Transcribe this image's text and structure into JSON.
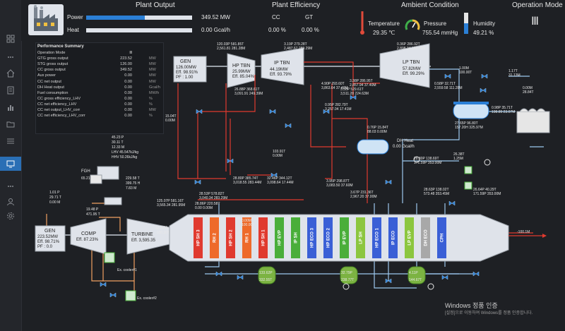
{
  "header": {
    "plant_output": {
      "title": "Plant Output",
      "power_label": "Power",
      "power_value": "349.52 MW",
      "power_fraction": 0.55,
      "heat_label": "Heat",
      "heat_value": "0.00 Gcal/h",
      "heat_fraction": 0
    },
    "plant_efficiency": {
      "title": "Plant Efficiency",
      "cc_label": "CC",
      "gt_label": "GT",
      "cc_value": "0.00 %",
      "gt_value": "0.00 %"
    },
    "ambient": {
      "title": "Ambient Condition",
      "temperature_label": "Temperature",
      "temperature_value": "29.35 ℃",
      "pressure_label": "Pressure",
      "pressure_value": "755.54 mmHg",
      "humidity_label": "Humidity",
      "humidity_value": "49.21 %"
    },
    "operation_mode": {
      "title": "Operation Mode",
      "value": "Ⅲ"
    }
  },
  "performance": {
    "title": "Performance Summary",
    "rows": [
      {
        "label": "Operation Mode",
        "value": "Ⅲ",
        "unit": ""
      },
      {
        "label": "GTG gross output",
        "value": "223.52",
        "unit": "MW"
      },
      {
        "label": "STG gross output",
        "value": "126.00",
        "unit": "MW"
      },
      {
        "label": "CC gross output",
        "value": "349.52",
        "unit": "MW"
      },
      {
        "label": "Aux power",
        "value": "0.00",
        "unit": "MW"
      },
      {
        "label": "CC net output",
        "value": "0.00",
        "unit": "MW"
      },
      {
        "label": "DH Heat output",
        "value": "0.00",
        "unit": "Gcal/h"
      },
      {
        "label": "Fuel consumption",
        "value": "0.00",
        "unit": "MW/h"
      },
      {
        "label": "CC gross efficiency_LHV",
        "value": "0.00",
        "unit": "%"
      },
      {
        "label": "CC net efficiency_LHV",
        "value": "0.00",
        "unit": "%"
      },
      {
        "label": "CC net output_LHV_corr",
        "value": "0.00",
        "unit": "MW"
      },
      {
        "label": "CC net efficiency_LHV_corr",
        "value": "0.00",
        "unit": "%"
      }
    ]
  },
  "diagram": {
    "gen_st": {
      "title": "GEN",
      "mw": "126.00MW",
      "eff": "Eff. 98.91%",
      "pf": "PF : 1.00"
    },
    "hp_tbn": {
      "title": "HP TBN",
      "mw": "25.99MW",
      "eff": "Eff. 85.04%"
    },
    "ip_tbn": {
      "title": "IP TBN",
      "mw": "44.19MW",
      "eff": "Eff. 93.79%"
    },
    "lp_tbn": {
      "title": "LP TBN",
      "mw": "57.82MW",
      "eff": "Eff. 99.29%"
    },
    "gen_gt": {
      "title": "GEN",
      "mw": "223.52MW",
      "eff": "Eff. 98.71%",
      "pf": "PF : 0.0"
    },
    "comp": {
      "title": "COMP",
      "eff": "Eff. 87.23%"
    },
    "turbine": {
      "title": "TURBINE",
      "eff": "Eff. 3,595.35"
    },
    "fgh": {
      "title": "FGH",
      "value": "65.21 T"
    },
    "dh_heat": {
      "title": "DH Heat",
      "value": "0.00 Gcal/h"
    },
    "fuel_info": [
      "45.23 P",
      "30.11 T",
      "12.33 M",
      "LHV 45.547kJ/kg",
      "HHV 50.26kJ/kg"
    ],
    "fuel_info2": [
      "229.58 T",
      "399.75 H",
      "7.83 M"
    ],
    "ambient_air": [
      "1.01 P",
      "29.71 T",
      "0.00 M"
    ],
    "comp_out": [
      "19.48 P",
      "471.95 T"
    ],
    "exhaust": "-100.1M",
    "gt_exhaust": [
      "12.33M",
      "-100.10T"
    ],
    "hrsg_sections": [
      {
        "label": "HP SH 3",
        "color": "#e03a2f"
      },
      {
        "label": "RH 2",
        "color": "#ee6a2a"
      },
      {
        "label": "HP SH 2",
        "color": "#e03a2f"
      },
      {
        "label": "RH 1",
        "color": "#ee6a2a"
      },
      {
        "label": "HP SH 1",
        "color": "#e03a2f"
      },
      {
        "label": "HP EVP",
        "color": "#4aae3a"
      },
      {
        "label": "IP SH",
        "color": "#4aae3a"
      },
      {
        "label": "HP ECO 3",
        "color": "#3a5fd6"
      },
      {
        "label": "HP ECO 2",
        "color": "#3a5fd6"
      },
      {
        "label": "IP EVP",
        "color": "#4aae3a"
      },
      {
        "label": "LP SH",
        "color": "#8cc63f"
      },
      {
        "label": "HP ECO 1",
        "color": "#3a5fd6"
      },
      {
        "label": "IP ECO",
        "color": "#3a5fd6"
      },
      {
        "label": "LP EVP",
        "color": "#8cc63f"
      },
      {
        "label": "DH ECO",
        "color": "#a8a8a8"
      },
      {
        "label": "CPH",
        "color": "#3a5fd6"
      }
    ],
    "drums": [
      {
        "top": "133.62P",
        "bottom": "332.55T"
      },
      {
        "top": "32.79P",
        "bottom": "238.77T"
      },
      {
        "top": "4.11P",
        "bottom": "144.67T"
      }
    ],
    "labels": [
      "120.03P 581.85T",
      "2,561.81 281.28M",
      "3.19P 279.28T",
      "2,487.67 289.29M",
      "0.36P 286.92T",
      "2,898.34 120.76M",
      "26.88P 368.61T",
      "3,091.91 249.39M",
      "3.50P 529.61T",
      "3,511.28 224.63M",
      "0.58P 32.71T",
      "2,559.58 111.28M",
      "15.04T",
      "0.00M",
      "103.91T",
      "0.00M",
      "28.80P 385.74T",
      "3,018.55 283.44M",
      "125.07P 581.16T",
      "3,565.34 281.95M",
      "28.53P 578.82T",
      "3,040.34 283.29M",
      "32.46P 344.12T",
      "3,098.64 17.44M",
      "3.95P 298.87T",
      "3,083.50 37.60M",
      "28.86P 220.58T",
      "0.00 0.00M",
      "3.67P 231.36T",
      "2,967.20 37.00M",
      "0.00M",
      "100.00T",
      "4.90P 293.60T",
      "3,863.64 37.40M",
      "3.38P 286.95T",
      "2,857.94 37.40M",
      "0.95P 282.79T",
      "3,257.04 17.41M",
      "0.76P 15.84T",
      "88.03 0.00M",
      "28.80P 138.69T",
      "171.59P 353.00M",
      "28.63P 138.02T",
      "573.48 353.45M",
      "26.64P 40.29T",
      "171.59P 353.00M",
      "0.98P 35.71T",
      "198.89 23.07M",
      "1.00M",
      "100.00T",
      "1.17T",
      "31.13M",
      "0.00M",
      "28.84T",
      "27.65P 96.80T",
      "157.20H 325.97M",
      "26.38T",
      "1.25M"
    ]
  },
  "watermark": {
    "title": "Windows 정품 인증",
    "subtitle": "[설정]으로 이동하여 Windows를 정품 인증합니다."
  }
}
